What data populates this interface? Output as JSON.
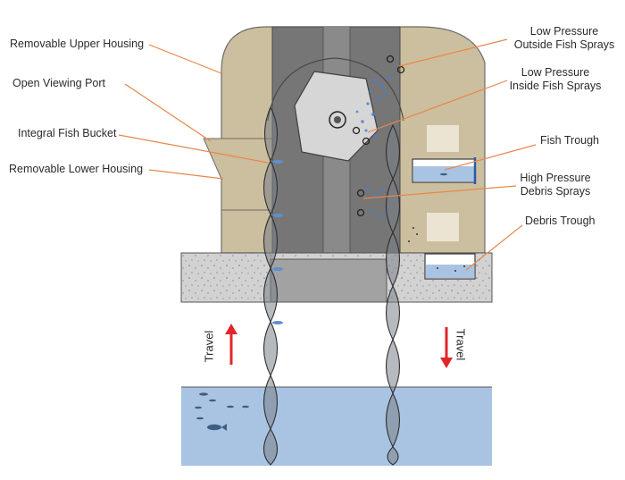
{
  "labels": {
    "upper_housing": "Removable Upper Housing",
    "viewing_port": "Open Viewing Port",
    "fish_bucket": "Integral Fish Bucket",
    "lower_housing": "Removable Lower Housing",
    "lp_outside_1": "Low Pressure",
    "lp_outside_2": "Outside Fish Sprays",
    "lp_inside_1": "Low Pressure",
    "lp_inside_2": "Inside Fish Sprays",
    "fish_trough": "Fish Trough",
    "hp_debris_1": "High Pressure",
    "hp_debris_2": "Debris Sprays",
    "debris_trough": "Debris Trough",
    "travel_up": "Travel",
    "travel_down": "Travel"
  },
  "colors": {
    "housing": "#cbbf9f",
    "steel": "#6f6f6f",
    "steel_light": "#8a8a8a",
    "concrete": "#cfcfcf",
    "water": "#a9c4e2",
    "spray": "#4a7ed6",
    "leader": "#e8874a",
    "arrow": "#e0262a"
  }
}
